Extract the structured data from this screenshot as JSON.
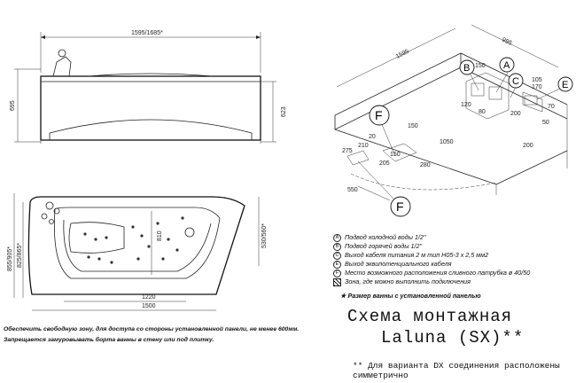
{
  "front_view": {
    "width_dim": "1595/1685*",
    "height_left": "695",
    "height_right": "623"
  },
  "top_view": {
    "len_1220": "1220",
    "len_1500": "1500",
    "depth_left": "855/905*",
    "depth_mid": "825/865*",
    "depth_right": "530/560*",
    "inner_810": "810"
  },
  "iso_view": {
    "dims": [
      "1595",
      "995",
      "150",
      "120",
      "80",
      "200",
      "170",
      "70",
      "50",
      "200",
      "105",
      "1050",
      "150",
      "280",
      "210",
      "275",
      "205",
      "550",
      "150",
      "20"
    ],
    "callouts": [
      "A",
      "B",
      "C",
      "E",
      "F",
      "F"
    ]
  },
  "legend": {
    "items": [
      {
        "marker": "A",
        "text": "Подвод холодной воды 1/2\""
      },
      {
        "marker": "B",
        "text": "Подвод горячей воды 1/2\""
      },
      {
        "marker": "C",
        "text": "Выход кабеля питания 2 м тип Н05-3 х 2,5 мм2"
      },
      {
        "marker": "E",
        "text": "Выход эквипотенциального кабеля"
      },
      {
        "marker": "F",
        "text": "Место возможного расположения сливного патрубка ø 40/50"
      },
      {
        "marker": "hatch",
        "text": "Зона, где можно выполнить подключения"
      }
    ],
    "note": "★ Размер ванны с установленной панелью"
  },
  "title": "Схема монтажная",
  "model": "Laluna (SX)**",
  "variant_note": [
    "** Для варианта DX соединения расположены",
    "симметрично"
  ],
  "warnings": [
    "Обеспечить свободную зону, для доступа со стороны установленной панели, не менее 600мм.",
    "Запрещается замуровывать борта ванны в стену или под плитку."
  ]
}
